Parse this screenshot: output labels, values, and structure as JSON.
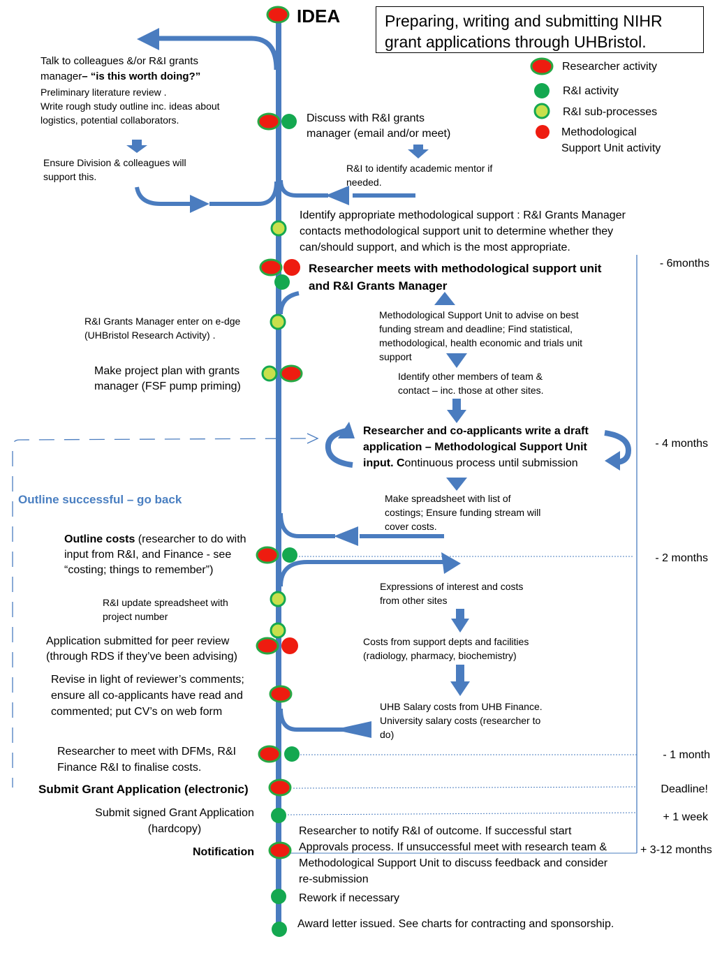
{
  "title": "Preparing, writing and submitting NIHR grant applications through UHBristol.",
  "idea": "IDEA",
  "legend": {
    "researcher": "Researcher activity",
    "ri": "R&I activity",
    "ri_sub": "R&I sub-processes",
    "msu_line1": "Methodological",
    "msu_line2": "Support Unit activity"
  },
  "colors": {
    "researcher_fill": "#ee1c10",
    "researcher_ring": "#27a844",
    "ri": "#14a850",
    "sub_fill": "#c8e04c",
    "msu": "#ee1c10",
    "line": "#4a7cbf",
    "outline_text": "#4a7fc1"
  },
  "left": {
    "talk_a": "Talk to colleagues &/or R&I grants",
    "talk_b": "manager",
    "talk_c": "– “is this worth doing?”",
    "prelim": "Preliminary literature review .",
    "outline_a": "Write rough study outline inc. ideas about",
    "outline_b": "logistics, potential collaborators.",
    "division_a": "Ensure Division  & colleagues will",
    "division_b": "support this.",
    "edge_a": "R&I Grants Manager enter on e-dge",
    "edge_b": "(UHBristol Research Activity) .",
    "plan_a": "Make project plan with grants",
    "plan_b": "manager (FSF pump priming)",
    "outline_success": "Outline successful – go back",
    "costs_bold": "Outline costs",
    "costs_a": " (researcher to do with",
    "costs_b": "input from R&I, and Finance -  see",
    "costs_c": "“costing; things to remember”)",
    "update_a": "R&I update spreadsheet with",
    "update_b": "project number",
    "peer_a": "Application submitted for peer review",
    "peer_b": "(through RDS if they’ve been advising)",
    "revise_a": "Revise in light of reviewer’s comments;",
    "revise_b": "ensure all co-applicants have read and",
    "revise_c": "commented; put CV’s on web form",
    "dfm_a": "Researcher to meet with DFMs, R&I",
    "dfm_b": "Finance R&I to finalise costs.",
    "submit": "Submit Grant Application (electronic)",
    "signed_a": "Submit signed Grant Application",
    "signed_b": "(hardcopy)",
    "notification": "Notification"
  },
  "right": {
    "discuss_a": "Discuss  with  R&I grants",
    "discuss_b": "manager (email and/or meet)",
    "mentor_a": "R&I to identify academic  mentor if",
    "mentor_b": "needed.",
    "identify_a": "Identify appropriate methodological support : R&I Grants Manager",
    "identify_b": "contacts methodological support unit to determine whether they",
    "identify_c": "can/should support, and which is the most appropriate.",
    "meets_a": "Researcher meets with methodological support unit",
    "meets_b": "and R&I Grants Manager",
    "advise_a": "Methodological Support Unit  to advise on best",
    "advise_b": "funding stream and deadline; Find statistical,",
    "advise_c": "methodological, health economic and trials  unit",
    "advise_d": "support",
    "team_a": "Identify other members of team &",
    "team_b": "contact – inc. those at other sites.",
    "draft_a": "Researcher and co-applicants write a draft",
    "draft_b": "application – Methodological Support Unit",
    "draft_c1": "input. C",
    "draft_c2": "ontinuous process until submission",
    "spread_a": "Make spreadsheet with list of",
    "spread_b": "costings; Ensure funding stream will",
    "spread_c": "cover costs.",
    "eoi_a": "Expressions of interest and costs",
    "eoi_b": "from other sites",
    "support_a": "Costs from support depts and facilities",
    "support_b": "(radiology, pharmacy, biochemistry)",
    "salary_a": "UHB Salary costs from UHB Finance.",
    "salary_b": "University salary costs (researcher to",
    "salary_c": "do)",
    "outcome_a": "Researcher to notify R&I of outcome. If successful start",
    "outcome_b": "Approvals process. If unsuccessful meet with research team &",
    "outcome_c": "Methodological Support Unit to discuss feedback and consider",
    "outcome_d": "re-submission",
    "rework": "Rework if necessary",
    "award": "Award letter issued. See charts for contracting and sponsorship."
  },
  "timeline": {
    "m6": "- 6months",
    "m4": "- 4 months",
    "m2": "- 2 months",
    "m1": "- 1 month",
    "deadline": "Deadline!",
    "w1": "+ 1 week",
    "m3_12": "+ 3-12 months"
  }
}
